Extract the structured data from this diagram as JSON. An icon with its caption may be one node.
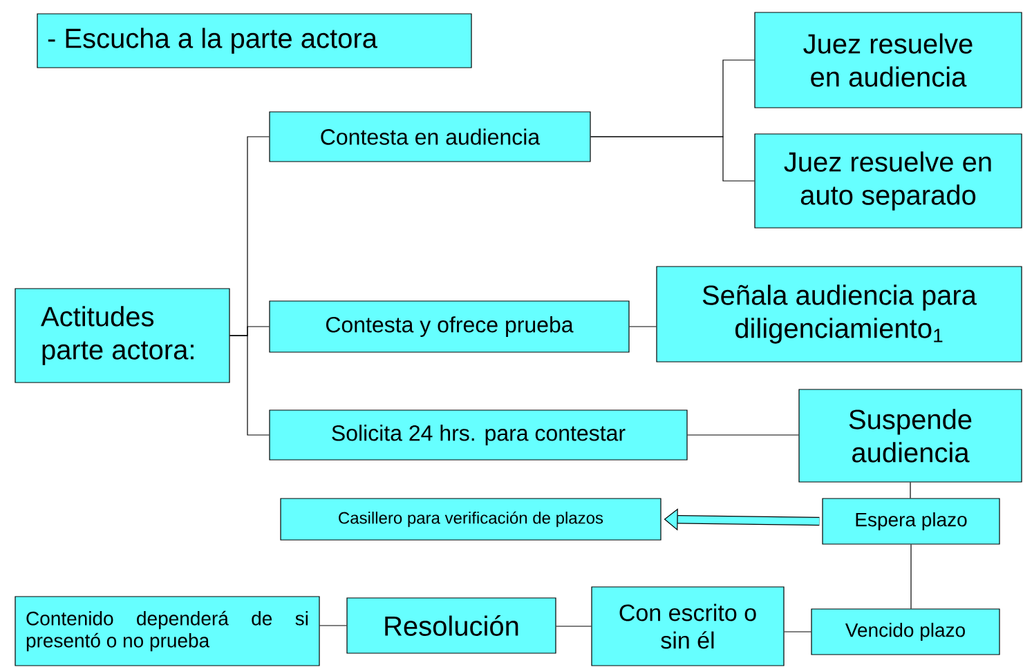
{
  "diagram": {
    "nodes": [
      {
        "text": [
          "- Escucha a la parte actora"
        ]
      },
      {
        "text": [
          "Actitudes parte actora:"
        ]
      },
      {
        "text": [
          "Contesta en audiencia"
        ]
      },
      {
        "text": [
          "Juez resuelve en audiencia"
        ]
      },
      {
        "text": [
          "Juez resuelve en auto separado"
        ]
      },
      {
        "text": [
          "Contesta y ofrece prueba"
        ]
      },
      {
        "text": [
          "Señala audiencia para diligenciamiento$_{1}$"
        ]
      },
      {
        "text": [
          "Solicita 24 hrs. para contestar"
        ]
      },
      {
        "text": [
          "Suspende audiencia"
        ]
      },
      {
        "text": [
          "Casillero para verificación de plazos"
        ]
      },
      {
        "text": [
          "Espera plazo"
        ]
      },
      {
        "text": [
          "Contenido dependerá de si presentó o no prueba"
        ]
      },
      {
        "text": [
          "Resolución"
        ]
      },
      {
        "text": [
          "Con escrito o sin él"
        ]
      },
      {
        "text": [
          "Vencido plazo"
        ]
      }
    ],
    "edges": [
      {
        "from": 1,
        "to": 2,
        "arrow": "none"
      },
      {
        "from": 1,
        "to": 5,
        "arrow": "none"
      },
      {
        "from": 1,
        "to": 7,
        "arrow": "none"
      },
      {
        "from": 2,
        "to": 3,
        "arrow": "none"
      },
      {
        "from": 2,
        "to": 4,
        "arrow": "none"
      },
      {
        "from": 5,
        "to": 6,
        "arrow": "none"
      },
      {
        "from": 7,
        "to": 8,
        "arrow": "none"
      },
      {
        "from": 8,
        "to": 10,
        "arrow": "none"
      },
      {
        "from": 10,
        "to": 14,
        "arrow": "none"
      },
      {
        "from": 14,
        "to": 13,
        "arrow": "none"
      },
      {
        "from": 13,
        "to": 12,
        "arrow": "none"
      },
      {
        "from": 12,
        "to": 11,
        "arrow": "none"
      },
      {
        "from": 10,
        "to": 9,
        "arrow": "to",
        "style": "thick"
      }
    ]
  }
}
